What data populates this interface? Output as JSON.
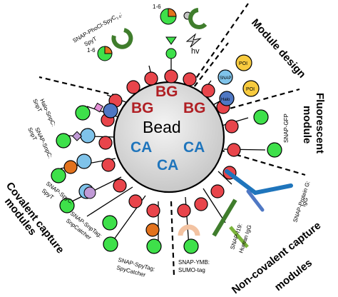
{
  "bead": {
    "label": "Bead",
    "bg_labels": [
      "BG",
      "BG",
      "BG"
    ],
    "ca_labels": [
      "CA",
      "CA",
      "CA"
    ]
  },
  "sections": {
    "module_design": "Module design",
    "fluorescent": [
      "Fluorescent",
      "module"
    ],
    "covalent": [
      "Covalent capture",
      "modules"
    ],
    "noncovalent": [
      "Non-covalent capture",
      "modules"
    ]
  },
  "labels": {
    "snap_phocl": "SNAP-PhoCl-SpyC",
    "snap_phocl_sub": "1-6",
    "snap_phocl_tail": ":",
    "snap_phocl_2": "SpyT",
    "hv": "hv",
    "snap_tag": "SNAP",
    "halo_tag": "Halo",
    "poi": "POI",
    "halo_snpc": [
      "Halo-SnpC:",
      "SnpT"
    ],
    "snap_snpc": [
      "SNAP-SnpC:",
      "SnpT"
    ],
    "snap_spyc": [
      "SNAP-SpyC:",
      "SpyT"
    ],
    "snap_snptag": [
      "SNAP-SnpTag:",
      "SnpCatcher"
    ],
    "snap_spytag": [
      "SNAP-SpyTag:",
      "SpyCatcher"
    ],
    "snap_ymb": [
      "SNAP-YMB:",
      "SUMO-tag"
    ],
    "snap_i19": [
      "SNAP-I19:",
      "Human IgG"
    ],
    "snap_proteing": [
      "SNAP-Protein G:",
      "IgG"
    ],
    "snap_gfp": "SNAP-GFP",
    "one_six": "1-6"
  },
  "colors": {
    "bead_fill": "#d8d8d8",
    "bg_red": "#b01f24",
    "ca_blue": "#1f75bc",
    "red_ball": "#e8454b",
    "green_ball": "#3ee04a",
    "blue_ball": "#4f78c4",
    "light_blue": "#7fc3ea",
    "purple": "#c09ad6",
    "orange": "#e2721d",
    "pink": "#e58fd6",
    "dark_green": "#3f7d2c",
    "yellow": "#f8cb3f",
    "peach": "#f3c3a2"
  },
  "icons": [
    "gfp-barrel-icon",
    "antibody-icon",
    "lightning-icon",
    "c-clamp-icon"
  ]
}
